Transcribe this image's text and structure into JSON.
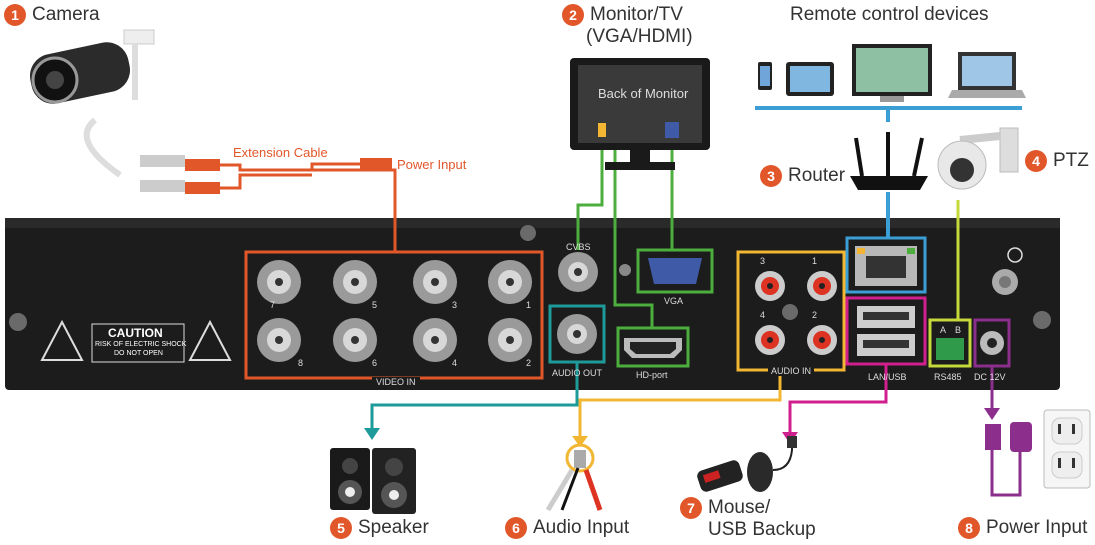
{
  "labels": {
    "camera": {
      "num": "1",
      "text": "Camera"
    },
    "monitor": {
      "num": "2",
      "line1": "Monitor/TV",
      "line2": "(VGA/HDMI)"
    },
    "remote": "Remote control devices",
    "router": {
      "num": "3",
      "text": "Router"
    },
    "ptz": {
      "num": "4",
      "text": "PTZ"
    },
    "speaker": {
      "num": "5",
      "text": "Speaker"
    },
    "audio_input": {
      "num": "6",
      "text": "Audio Input"
    },
    "mouse": {
      "num": "7",
      "line1": "Mouse/",
      "line2": "USB Backup"
    },
    "power_input_big": {
      "num": "8",
      "text": "Power Input"
    },
    "extension_cable": "Extension Cable",
    "power_input_small": "Power Input",
    "back_of_monitor": "Back of Monitor"
  },
  "panel": {
    "caution_title": "CAUTION",
    "caution_line1": "RISK OF ELECTRIC SHOCK",
    "caution_line2": "DO NOT OPEN",
    "video_in": "VIDEO IN",
    "video_numbers_top": [
      "7",
      "5",
      "3",
      "1"
    ],
    "video_numbers_bottom": [
      "8",
      "6",
      "4",
      "2"
    ],
    "cvbs": "CVBS",
    "audio_out": "AUDIO OUT",
    "vga": "VGA",
    "hd_port": "HD-port",
    "audio_in": "AUDIO IN",
    "audio_numbers": [
      "3",
      "1",
      "4",
      "2"
    ],
    "lan_usb": "LAN/USB",
    "rs485": "RS485",
    "rs485_pins": [
      "A",
      "B"
    ],
    "dc12v": "DC 12V"
  },
  "colors": {
    "orange": "#e2572a",
    "green": "#4cae3c",
    "blue": "#3b9fd6",
    "teal": "#1f9a9a",
    "yellow": "#f2b632",
    "magenta": "#d0208e",
    "purple": "#8c2e8c",
    "lime": "#c6d93a"
  }
}
